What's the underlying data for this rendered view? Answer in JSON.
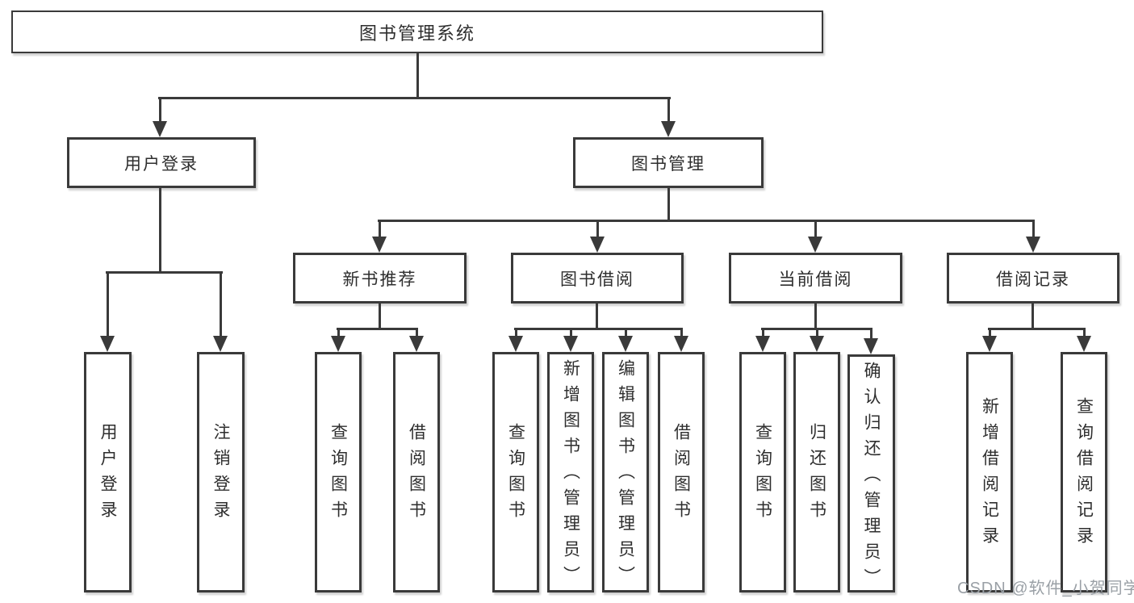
{
  "colors": {
    "line": "#3a3a3a",
    "text": "#2e2e2e",
    "fill": "#ffffff",
    "wm": "#9aa0a6"
  },
  "watermark": {
    "text": "CSDN @软件_小贺同学"
  },
  "tree": {
    "root": {
      "label": "图书管理系统",
      "children": [
        {
          "label": "用户登录",
          "children": [
            {
              "label": "用户登录"
            },
            {
              "label": "注销登录"
            }
          ]
        },
        {
          "label": "图书管理",
          "children": [
            {
              "label": "新书推荐",
              "children": [
                {
                  "label": "查询图书"
                },
                {
                  "label": "借阅图书"
                }
              ]
            },
            {
              "label": "图书借阅",
              "children": [
                {
                  "label": "查询图书"
                },
                {
                  "label": "新增图书（管理员）"
                },
                {
                  "label": "编辑图书（管理员）"
                },
                {
                  "label": "借阅图书"
                }
              ]
            },
            {
              "label": "当前借阅",
              "children": [
                {
                  "label": "查询图书"
                },
                {
                  "label": "归还图书"
                },
                {
                  "label": "确认归还（管理员）"
                }
              ]
            },
            {
              "label": "借阅记录",
              "children": [
                {
                  "label": "新增借阅记录"
                },
                {
                  "label": "查询借阅记录"
                }
              ]
            }
          ]
        }
      ]
    }
  }
}
